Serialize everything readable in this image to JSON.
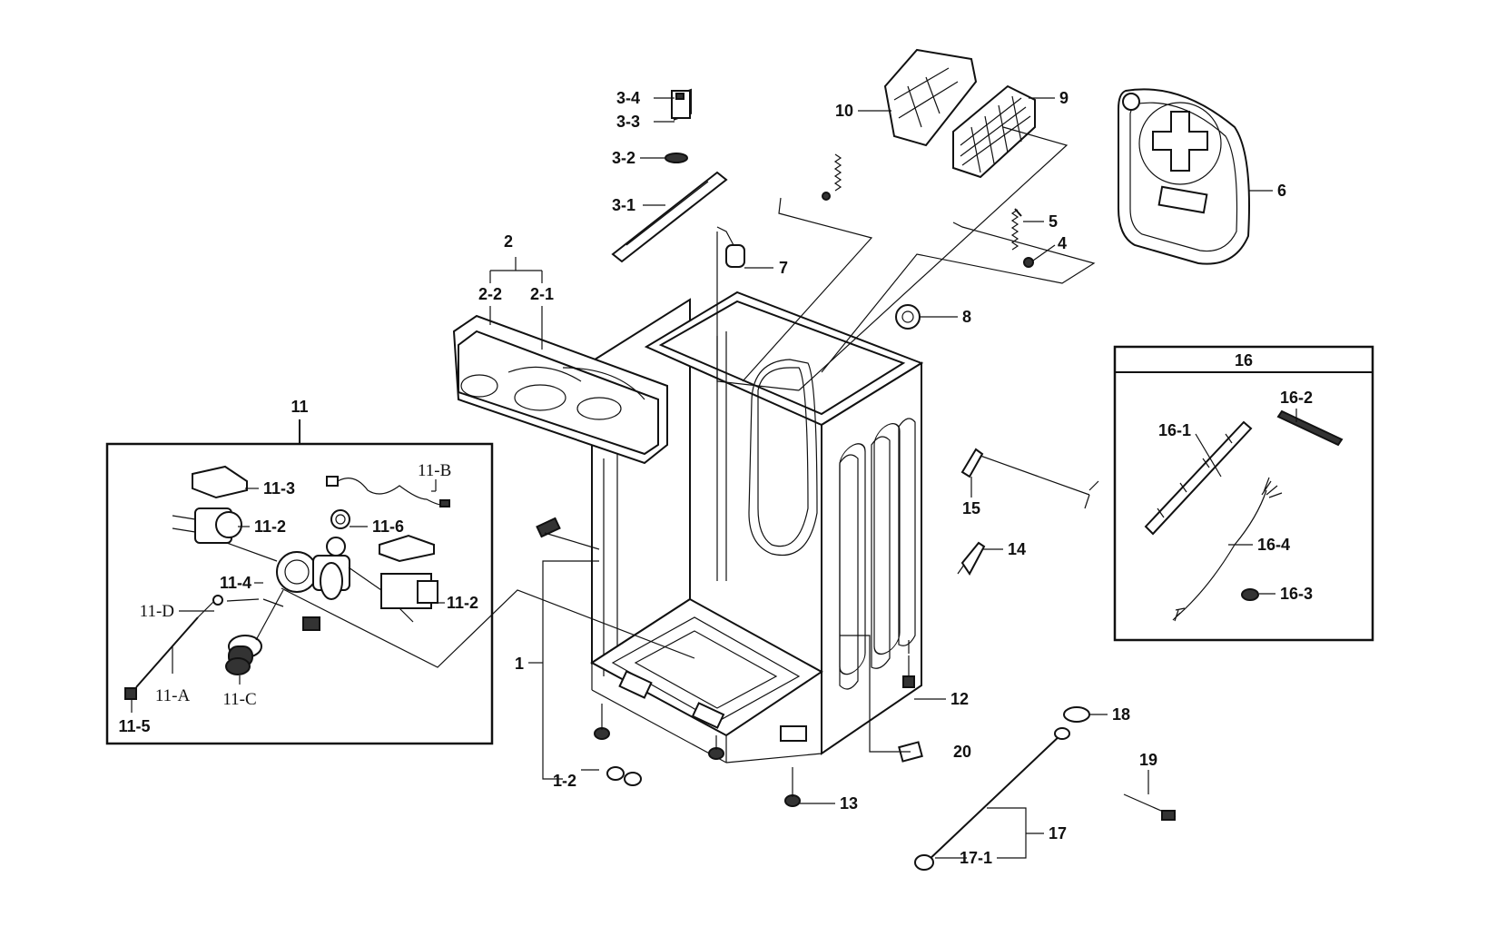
{
  "labels": {
    "l1": "1",
    "l1_2": "1-2",
    "l2": "2",
    "l2_1": "2-1",
    "l2_2": "2-2",
    "l3_1": "3-1",
    "l3_2": "3-2",
    "l3_3": "3-3",
    "l3_4": "3-4",
    "l4": "4",
    "l5": "5",
    "l6": "6",
    "l7": "7",
    "l8": "8",
    "l9": "9",
    "l10": "10",
    "l11": "11",
    "l11_2a": "11-2",
    "l11_2b": "11-2",
    "l11_3": "11-3",
    "l11_4": "11-4",
    "l11_5": "11-5",
    "l11_6": "11-6",
    "l11_A": "11-A",
    "l11_B": "11-B",
    "l11_C": "11-C",
    "l11_D": "11-D",
    "l12": "12",
    "l13": "13",
    "l14": "14",
    "l15": "15",
    "l16": "16",
    "l16_1": "16-1",
    "l16_2": "16-2",
    "l16_3": "16-3",
    "l16_4": "16-4",
    "l17": "17",
    "l17_1": "17-1",
    "l18": "18",
    "l19": "19",
    "l20": "20"
  }
}
